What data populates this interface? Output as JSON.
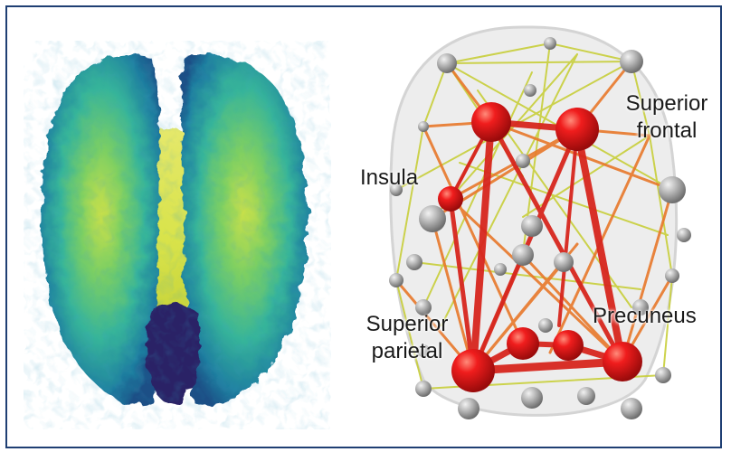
{
  "figure": {
    "labels": {
      "superior_frontal": "Superior\nfrontal",
      "insula": "Insula",
      "superior_parietal": "Superior\nparietal",
      "precuneus": "Precuneus"
    }
  },
  "colors": {
    "border": "#1f3f73",
    "hub_node": "#e3131b",
    "minor_node": "#a9a9a9",
    "strong_edge": "#d7261e",
    "medium_edge": "#e8782a",
    "weak_edge": "#c8cf3a"
  }
}
